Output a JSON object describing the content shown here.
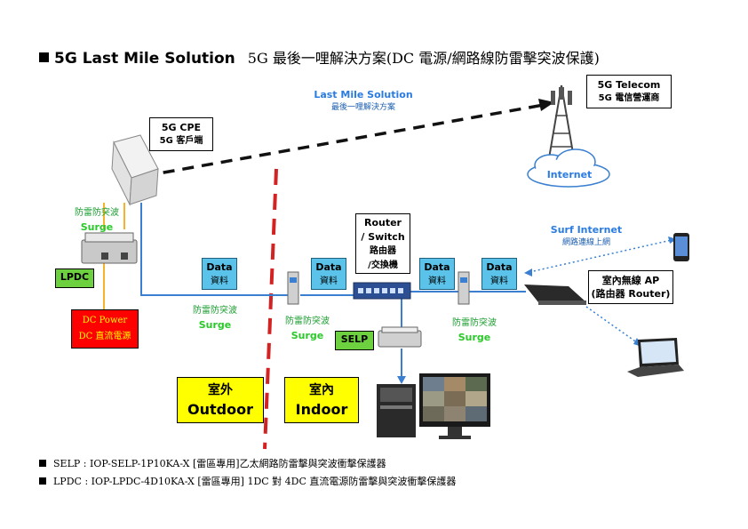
{
  "title": {
    "main": "5G Last Mile Solution",
    "sub": "5G 最後一哩解決方案(DC 電源/網路線防雷擊突波保護)"
  },
  "last_mile": {
    "en": "Last Mile Solution",
    "cn": "最後一哩解決方案"
  },
  "telecom": {
    "line1": "5G Telecom",
    "line2": "5G 電信營運商"
  },
  "internet": "Internet",
  "cpe": {
    "line1": "5G CPE",
    "line2": "5G 客戶端"
  },
  "surge_outdoor": {
    "cn": "防雷防突波",
    "en": "Surge"
  },
  "lpdc": "LPDC",
  "dc_power": {
    "line1": "DC Power",
    "line2": "DC 直流電源"
  },
  "data_label": {
    "en": "Data",
    "cn": "資料"
  },
  "surge_data": {
    "cn": "防雷防突波",
    "en": "Surge"
  },
  "router": {
    "line1": "Router",
    "line2": "/ Switch",
    "line3": "路由器",
    "line4": "/交換機"
  },
  "selp": "SELP",
  "surf": {
    "en": "Surf Internet",
    "cn": "網路連線上網"
  },
  "ap": {
    "line1": "室內無線 AP",
    "line2": "(路由器 Router)"
  },
  "outdoor": {
    "cn": "室外",
    "en": "Outdoor"
  },
  "indoor": {
    "cn": "室內",
    "en": "Indoor"
  },
  "footnotes": [
    "SELP : IOP-SELP-1P10KA-X [雷區專用]乙太網路防雷擊與突波衝擊保護器",
    "LPDC : IOP-LPDC-4D10KA-X [雷區專用] 1DC 對 4DC 直流電源防雷擊與突波衝擊保護器"
  ],
  "colors": {
    "blue_line": "#3a7fd0",
    "orange_line": "#f6b229",
    "red_divider": "#d32222",
    "data_box": "#5bc3ea",
    "green_box": "#6dd13f",
    "zone_box": "#ffff00",
    "dc_box": "#ff0000"
  }
}
